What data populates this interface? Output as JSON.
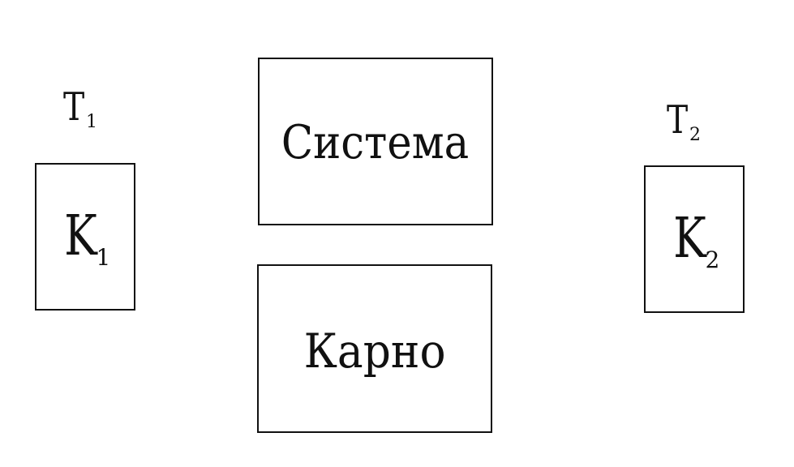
{
  "diagram": {
    "left_reservoir": {
      "temperature_symbol": "T",
      "temperature_subscript": "1",
      "label_symbol": "K",
      "label_subscript": "1"
    },
    "right_reservoir": {
      "temperature_symbol": "T",
      "temperature_subscript": "2",
      "label_symbol": "K",
      "label_subscript": "2"
    },
    "system_box": {
      "label": "Система"
    },
    "carnot_box": {
      "label": "Карно"
    }
  }
}
